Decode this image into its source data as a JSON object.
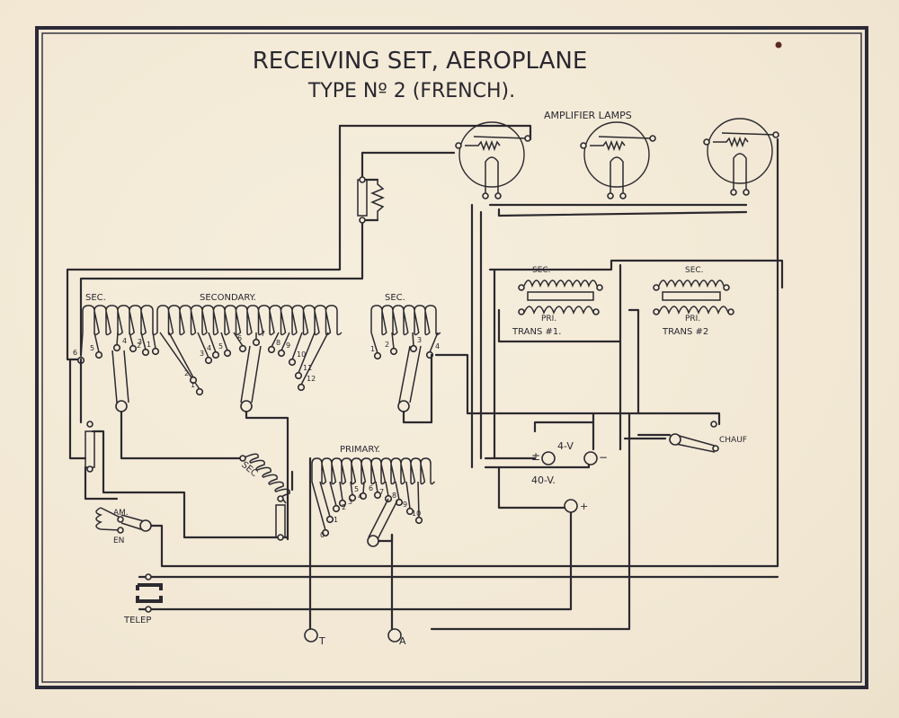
{
  "title": {
    "line1": "RECEIVING SET, AEROPLANE",
    "line2": "TYPE Nº 2 (FRENCH)."
  },
  "labels": {
    "amplifier_lamps": "AMPLIFIER LAMPS",
    "sec_left": "SEC.",
    "secondary": "SECONDARY.",
    "sec_right": "SEC.",
    "primary": "PRIMARY.",
    "sec_coil_lower": "SEC",
    "trans1_sec": "SEC.",
    "trans1_pri": "PRI.",
    "trans1": "TRANS #1.",
    "trans2_sec": "SEC.",
    "trans2_pri": "PRI.",
    "trans2": "TRANS #2",
    "battery_4v": "4-V",
    "battery_40v": "40-V.",
    "plus": "+",
    "minus": "−",
    "plus_minus": "±",
    "chauf": "CHAUF",
    "am": "AM.",
    "en": "EN",
    "telep": "TELEP",
    "terminal_t": "T",
    "terminal_a": "A"
  },
  "taps": {
    "sec_left": [
      "6",
      "5",
      "4",
      "3",
      "2",
      "1"
    ],
    "secondary": [
      "1",
      "2",
      "3",
      "4",
      "5",
      "6",
      "7",
      "8",
      "9",
      "10",
      "11",
      "12"
    ],
    "sec_right": [
      "1",
      "2",
      "3",
      "4"
    ],
    "primary": [
      "0",
      "1",
      "2",
      "3",
      "4",
      "5",
      "6",
      "7",
      "8",
      "9",
      "10"
    ]
  },
  "colors": {
    "paper": "#f3ead8",
    "ink": "#2c2a30",
    "frame": "#2b2a38",
    "ink_spot": "#5a2a22"
  }
}
